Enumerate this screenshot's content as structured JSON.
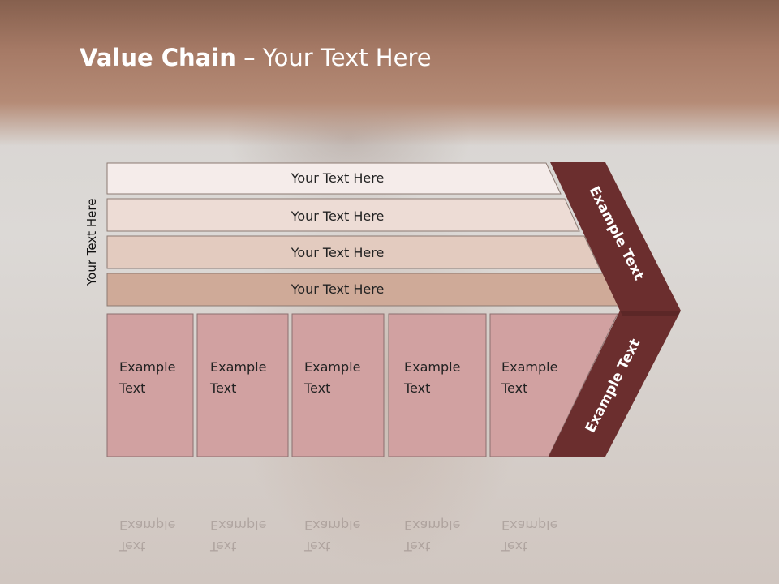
{
  "title": {
    "bold": "Value Chain",
    "rest": " – Your Text Here"
  },
  "side_label": "Your Text Here",
  "bars": [
    {
      "label": "Your Text Here",
      "fill": "#f5ecea"
    },
    {
      "label": "Your Text Here",
      "fill": "#eddcd5"
    },
    {
      "label": "Your Text Here",
      "fill": "#e3cbbf"
    },
    {
      "label": "Your Text Here",
      "fill": "#cfaa98"
    }
  ],
  "cells": [
    {
      "line1": "Example",
      "line2": "Text"
    },
    {
      "line1": "Example",
      "line2": "Text"
    },
    {
      "line1": "Example",
      "line2": "Text"
    },
    {
      "line1": "Example",
      "line2": "Text"
    },
    {
      "line1": "Example",
      "line2": "Text"
    }
  ],
  "chevron": {
    "upper": "Example Text",
    "lower": "Example Text",
    "color": "#6b2e2e"
  },
  "cell_color": "#d1a1a1"
}
